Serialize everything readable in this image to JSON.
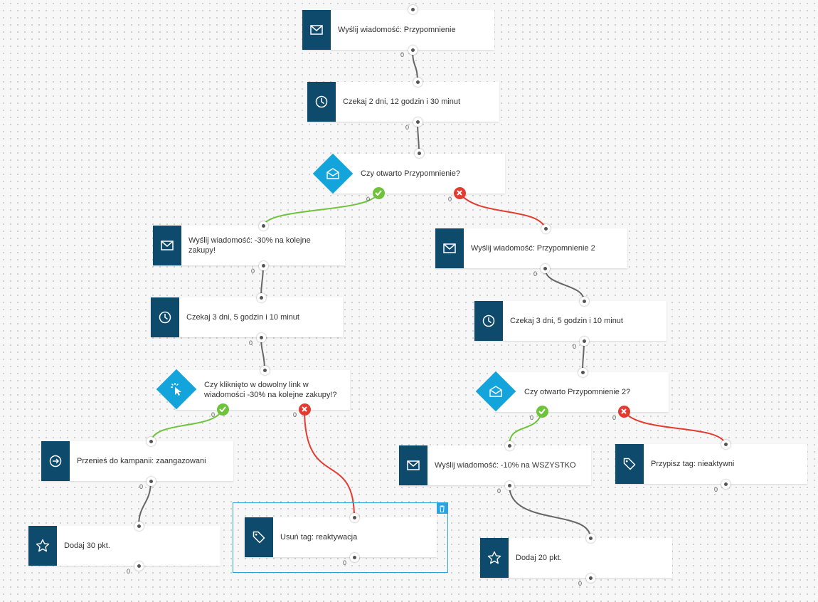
{
  "colors": {
    "action": "#0e4a6c",
    "condition": "#14a4dc",
    "yes": "#6ec33b",
    "no": "#e43b30",
    "wire": "#666666",
    "selection": "#2aa3df"
  },
  "nodes": {
    "n1": {
      "label": "Wyślij wiadomość: Przypomnienie",
      "icon": "envelope-icon",
      "count": "0"
    },
    "n2": {
      "label": "Czekaj 2 dni, 12 godzin i 30 minut",
      "icon": "clock-icon",
      "count": "0"
    },
    "n3": {
      "label": "Czy otwarto Przypomnienie?",
      "icon": "open-envelope-icon",
      "yes_count": "0",
      "no_count": "0"
    },
    "n4": {
      "label": "Wyślij wiadomość: -30% na kolejne zakupy!",
      "icon": "envelope-icon",
      "count": "0"
    },
    "n5": {
      "label": "Czekaj 3 dni, 5 godzin i 10 minut",
      "icon": "clock-icon",
      "count": "0"
    },
    "n6": {
      "label": "Czy kliknięto w dowolny link w wiadomości -30% na kolejne zakupy!?",
      "icon": "click-icon",
      "yes_count": "0",
      "no_count": "0"
    },
    "n7": {
      "label": "Przenieś do kampanii: zaangazowani",
      "icon": "arrow-circle-icon",
      "count": "0"
    },
    "n8": {
      "label": "Dodaj 30 pkt.",
      "icon": "star-icon",
      "count": "0"
    },
    "n9": {
      "label": "Usuń tag: reaktywacja",
      "icon": "tag-icon",
      "count": "0"
    },
    "n10": {
      "label": "Wyślij wiadomość: Przypomnienie 2",
      "icon": "envelope-icon",
      "count": "0"
    },
    "n11": {
      "label": "Czekaj 3 dni, 5 godzin i 10 minut",
      "icon": "clock-icon",
      "count": "0"
    },
    "n12": {
      "label": "Czy otwarto Przypomnienie 2?",
      "icon": "open-envelope-icon",
      "yes_count": "0",
      "no_count": "0"
    },
    "n13": {
      "label": "Wyślij wiadomość: -10% na WSZYSTKO",
      "icon": "envelope-icon",
      "count": "0"
    },
    "n14": {
      "label": "Przypisz tag: nieaktywni",
      "icon": "tag-icon",
      "count": "0"
    },
    "n15": {
      "label": "Dodaj 20 pkt.",
      "icon": "star-icon",
      "count": "0"
    }
  },
  "selected_node": {
    "delete_icon": "trash-icon"
  }
}
